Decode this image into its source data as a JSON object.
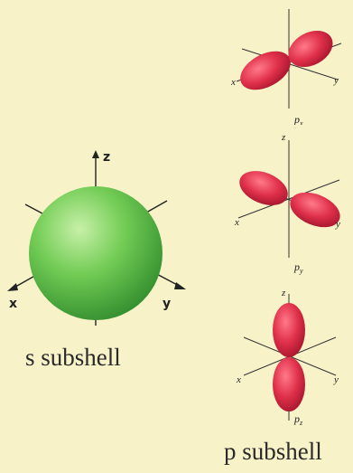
{
  "s_orbital": {
    "axes": {
      "z": "z",
      "x": "x",
      "y": "y"
    },
    "caption": "s subshell",
    "color": "#5fc04a"
  },
  "p_orbitals": {
    "caption": "p subshell",
    "color": "#e0304a",
    "items": [
      {
        "subscript_label": "p",
        "subscript": "x",
        "axes": {
          "x": "x",
          "y": "y"
        }
      },
      {
        "subscript_label": "p",
        "subscript": "y",
        "axes": {
          "z": "z",
          "x": "x",
          "y": "y"
        }
      },
      {
        "subscript_label": "p",
        "subscript": "z",
        "axes": {
          "z": "z",
          "x": "x",
          "y": "y"
        }
      }
    ]
  }
}
